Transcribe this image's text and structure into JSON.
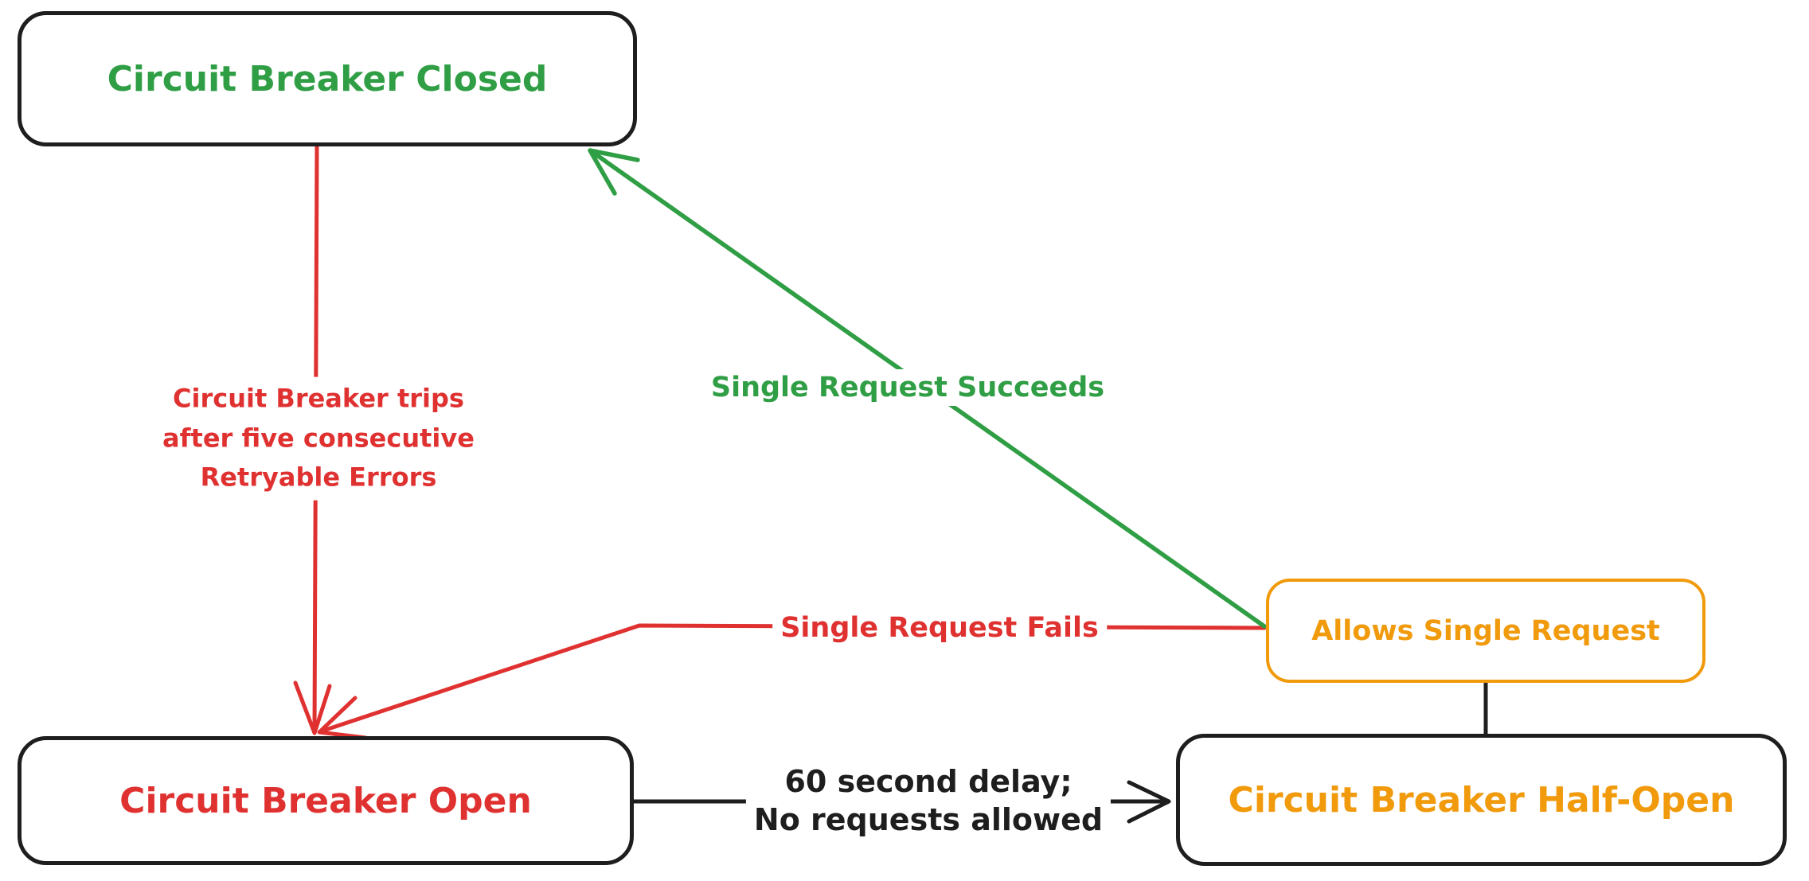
{
  "colors": {
    "ink": "#1e1e1e",
    "green": "#2f9e44",
    "red": "#e03131",
    "orange": "#f09a0c",
    "background": "#ffffff"
  },
  "nodes": {
    "closed": {
      "label": "Circuit Breaker Closed",
      "text_color": "#2f9e44",
      "border_color": "#1e1e1e"
    },
    "open": {
      "label": "Circuit Breaker Open",
      "text_color": "#e03131",
      "border_color": "#1e1e1e"
    },
    "half_open": {
      "label": "Circuit Breaker Half-Open",
      "text_color": "#f09a0c",
      "border_color": "#1e1e1e"
    },
    "allows": {
      "label": "Allows Single Request",
      "text_color": "#f09a0c",
      "border_color": "#f09a0c"
    }
  },
  "edges": {
    "trips": {
      "from": "closed",
      "to": "open",
      "color": "#e03131",
      "label": "Circuit Breaker trips\nafter five consecutive\nRetryable Errors"
    },
    "succeeds": {
      "from": "allows",
      "to": "closed",
      "color": "#2f9e44",
      "label": "Single Request Succeeds"
    },
    "fails": {
      "from": "allows",
      "to": "open",
      "color": "#e03131",
      "label": "Single Request Fails"
    },
    "delay": {
      "from": "open",
      "to": "half_open",
      "color": "#1e1e1e",
      "label": "60 second delay;\nNo requests allowed"
    },
    "link": {
      "from": "allows",
      "to": "half_open",
      "color": "#1e1e1e",
      "label": ""
    }
  }
}
